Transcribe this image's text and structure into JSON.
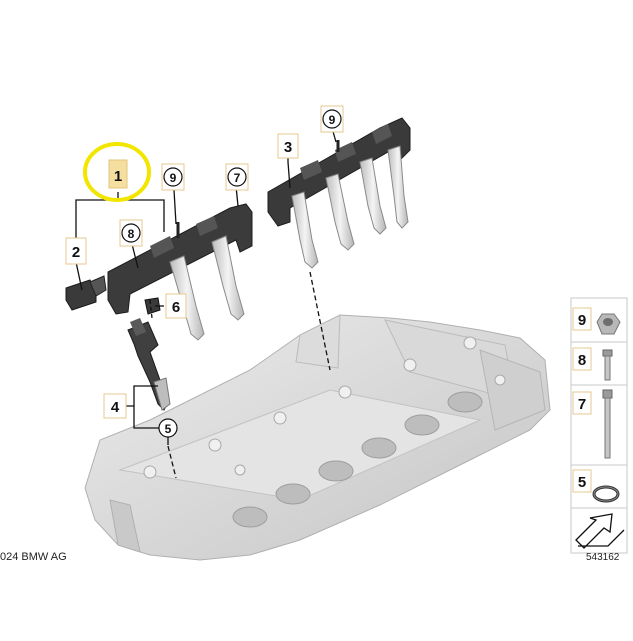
{
  "callouts": {
    "c1": "1",
    "c2": "2",
    "c3": "3",
    "c4": "4",
    "c5": "5",
    "c6": "6",
    "c7": "7",
    "c8": "8",
    "c9a": "9",
    "c9b": "9"
  },
  "legend": {
    "items": [
      {
        "number": "9",
        "part": "nut"
      },
      {
        "number": "8",
        "part": "bolt"
      },
      {
        "number": "7",
        "part": "stud-bolt"
      },
      {
        "number": "5",
        "part": "seal-ring"
      }
    ]
  },
  "copyright": "024 BMW AG",
  "diagram_id": "543162",
  "colors": {
    "highlight_ring": "#f2e600",
    "highlight_fill": "#f5dfa0",
    "part_dark": "#3c3c3c",
    "engine_gray": "#d0d0d0",
    "label_border": "#e8c98f"
  }
}
